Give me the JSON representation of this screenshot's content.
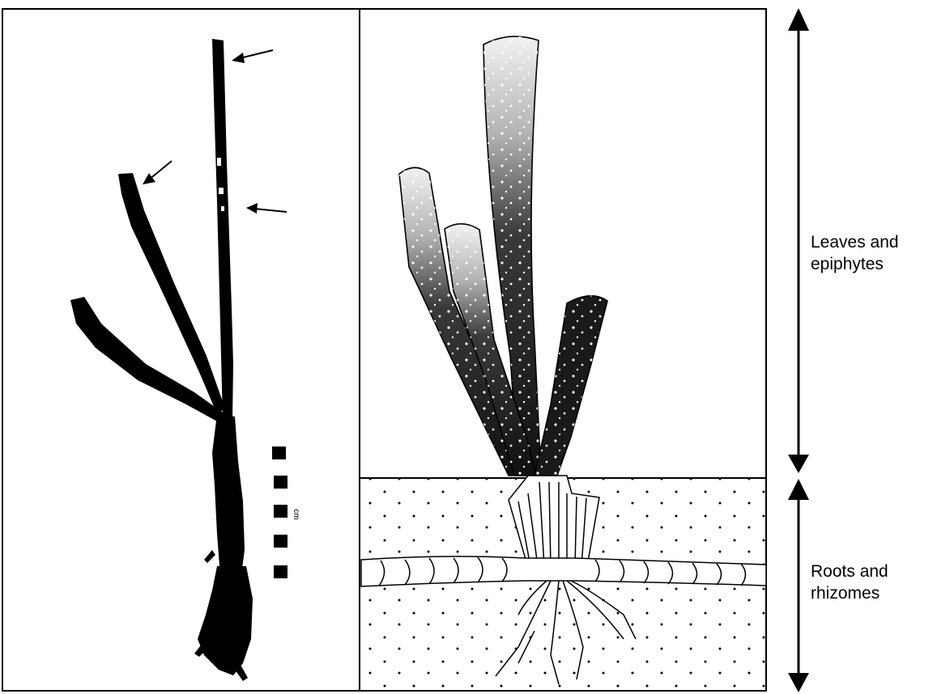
{
  "labels": {
    "leaves_line1": "Leaves and",
    "leaves_line2": "epiphytes",
    "roots_line1": "Roots and",
    "roots_line2": "rhizomes"
  },
  "scale_bar": {
    "unit": "cm",
    "squares": 5
  },
  "colors": {
    "ink": "#000000",
    "background": "#ffffff"
  }
}
